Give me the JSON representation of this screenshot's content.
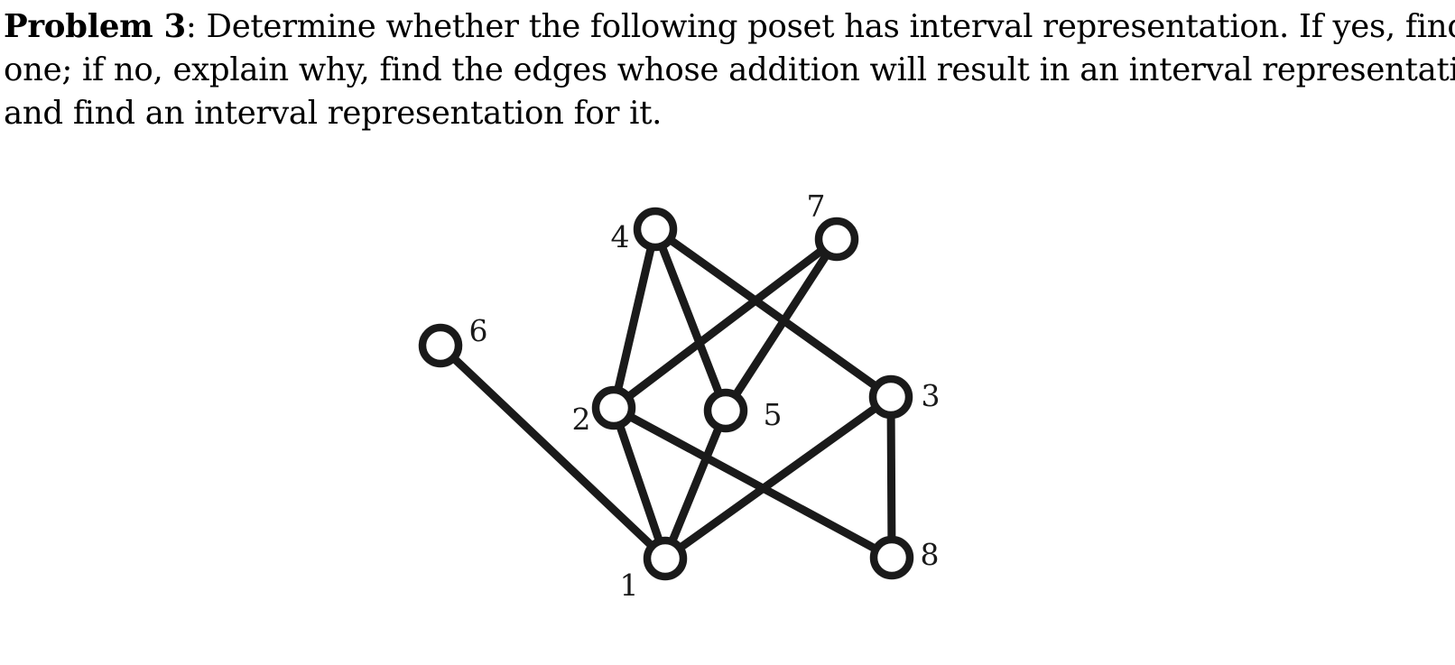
{
  "problem": {
    "lead": "Problem 3",
    "line1_rest": ": Determine whether the following poset has interval representation. If yes, find",
    "line2": "one; if no, explain why, find the edges whose addition will result in an interval representation,",
    "line3": "and find an interval representation for it."
  },
  "graph": {
    "nodes": [
      {
        "id": "1",
        "label": "1"
      },
      {
        "id": "2",
        "label": "2"
      },
      {
        "id": "3",
        "label": "3"
      },
      {
        "id": "4",
        "label": "4"
      },
      {
        "id": "5",
        "label": "5"
      },
      {
        "id": "6",
        "label": "6"
      },
      {
        "id": "7",
        "label": "7"
      },
      {
        "id": "8",
        "label": "8"
      }
    ],
    "edges": [
      [
        "6",
        "1"
      ],
      [
        "2",
        "1"
      ],
      [
        "5",
        "1"
      ],
      [
        "3",
        "1"
      ],
      [
        "4",
        "2"
      ],
      [
        "4",
        "5"
      ],
      [
        "4",
        "3"
      ],
      [
        "7",
        "2"
      ],
      [
        "7",
        "5"
      ],
      [
        "2",
        "8"
      ],
      [
        "3",
        "8"
      ]
    ]
  }
}
